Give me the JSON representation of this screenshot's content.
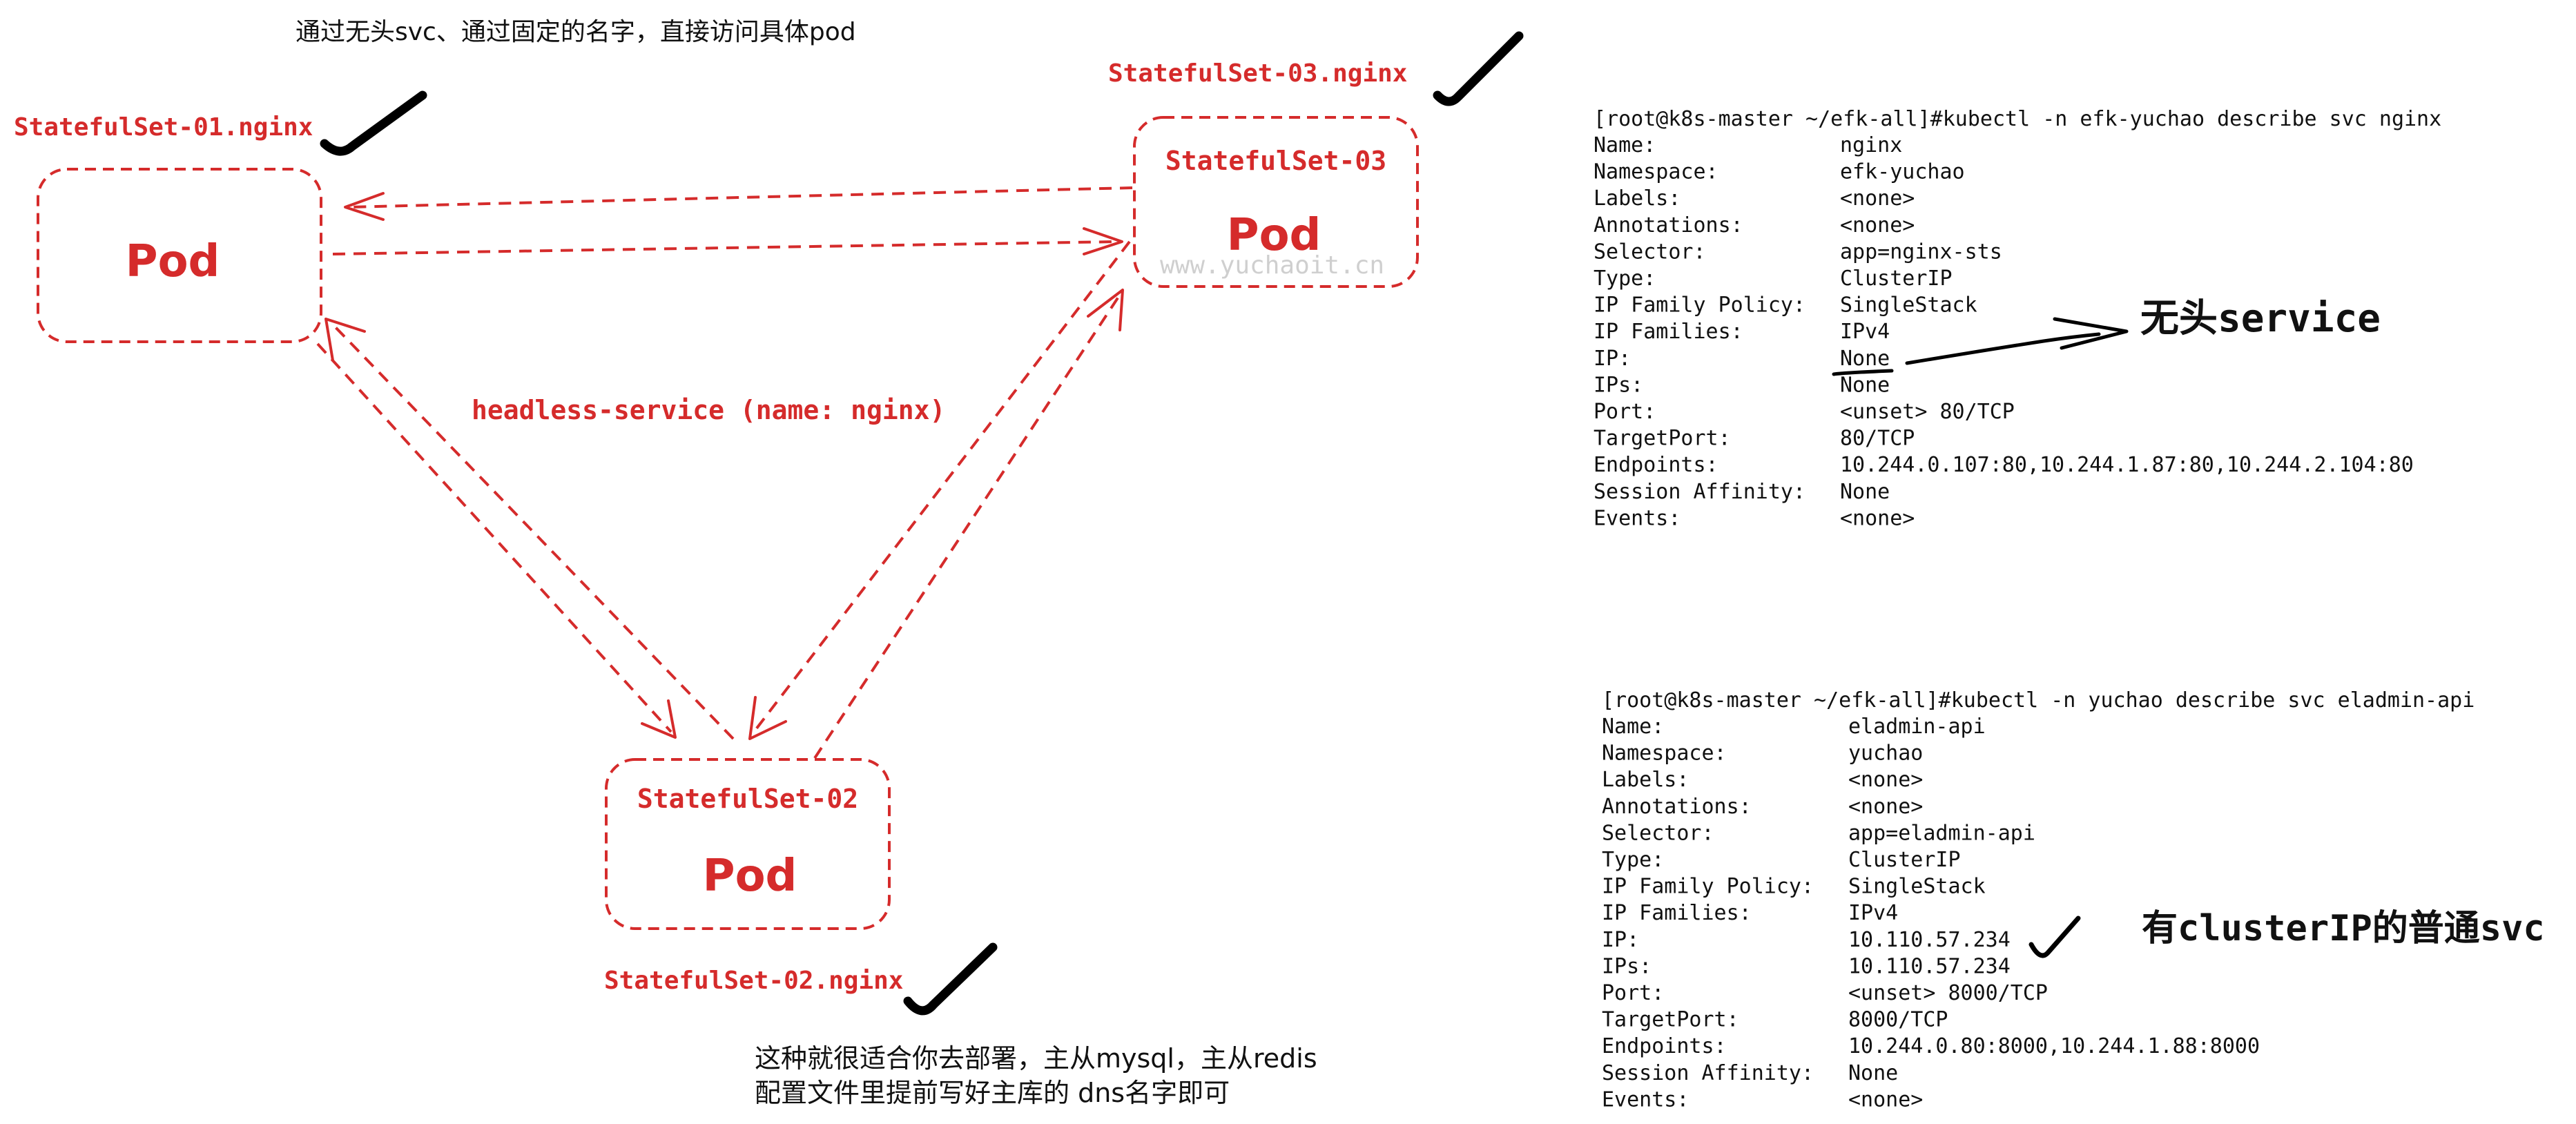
{
  "diagram": {
    "top_note": "通过无头svc、通过固定的名字，直接访问具体pod",
    "watermark": "www.yuchaoit.cn",
    "headless_label": "headless-service (name: nginx)",
    "pods": [
      {
        "title": "",
        "body": "Pod",
        "dns": "StatefulSet-01.nginx"
      },
      {
        "title": "StatefulSet-02",
        "body": "Pod",
        "dns": "StatefulSet-02.nginx"
      },
      {
        "title": "StatefulSet-03",
        "body": "Pod",
        "dns": "StatefulSet-03.nginx"
      }
    ],
    "bottom_note": [
      "这种就很适合你去部署，主从mysql，主从redis",
      "配置文件里提前写好主库的 dns名字即可"
    ],
    "colors": {
      "accent": "#d52b2b",
      "ink": "#111111"
    }
  },
  "terminal1": {
    "command": "[root@k8s-master ~/efk-all]#kubectl -n efk-yuchao describe svc nginx",
    "rows": [
      {
        "key": "Name:",
        "value": "nginx"
      },
      {
        "key": "Namespace:",
        "value": "efk-yuchao"
      },
      {
        "key": "Labels:",
        "value": "<none>"
      },
      {
        "key": "Annotations:",
        "value": "<none>"
      },
      {
        "key": "Selector:",
        "value": "app=nginx-sts"
      },
      {
        "key": "Type:",
        "value": "ClusterIP"
      },
      {
        "key": "IP Family Policy:",
        "value": "SingleStack"
      },
      {
        "key": "IP Families:",
        "value": "IPv4"
      },
      {
        "key": "IP:",
        "value": "None"
      },
      {
        "key": "IPs:",
        "value": "None"
      },
      {
        "key": "Port:",
        "value": "<unset>  80/TCP"
      },
      {
        "key": "TargetPort:",
        "value": "80/TCP"
      },
      {
        "key": "Endpoints:",
        "value": "10.244.0.107:80,10.244.1.87:80,10.244.2.104:80"
      },
      {
        "key": "Session Affinity:",
        "value": "None"
      },
      {
        "key": "Events:",
        "value": "<none>"
      }
    ],
    "annotation": "无头service"
  },
  "terminal2": {
    "command": "[root@k8s-master ~/efk-all]#kubectl -n yuchao describe svc eladmin-api",
    "rows": [
      {
        "key": "Name:",
        "value": "eladmin-api"
      },
      {
        "key": "Namespace:",
        "value": "yuchao"
      },
      {
        "key": "Labels:",
        "value": "<none>"
      },
      {
        "key": "Annotations:",
        "value": "<none>"
      },
      {
        "key": "Selector:",
        "value": "app=eladmin-api"
      },
      {
        "key": "Type:",
        "value": "ClusterIP"
      },
      {
        "key": "IP Family Policy:",
        "value": "SingleStack"
      },
      {
        "key": "IP Families:",
        "value": "IPv4"
      },
      {
        "key": "IP:",
        "value": "10.110.57.234"
      },
      {
        "key": "IPs:",
        "value": "10.110.57.234"
      },
      {
        "key": "Port:",
        "value": "<unset>  8000/TCP"
      },
      {
        "key": "TargetPort:",
        "value": "8000/TCP"
      },
      {
        "key": "Endpoints:",
        "value": "10.244.0.80:8000,10.244.1.88:8000"
      },
      {
        "key": "Session Affinity:",
        "value": "None"
      },
      {
        "key": "Events:",
        "value": "<none>"
      }
    ],
    "annotation": "有clusterIP的普通svc"
  }
}
